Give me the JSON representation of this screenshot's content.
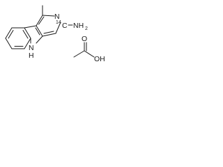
{
  "molecule": {
    "atoms": {
      "ring_n": "N",
      "isotope_mass": "14",
      "isotope_c": "C",
      "amine": "NH",
      "amine_h_count": "2",
      "indole_n": "N",
      "indole_h": "H",
      "acid_o1": "O",
      "acid_o2": "OH"
    }
  },
  "colors": {
    "ink": "#1a1a1a",
    "background": "#ffffff"
  }
}
